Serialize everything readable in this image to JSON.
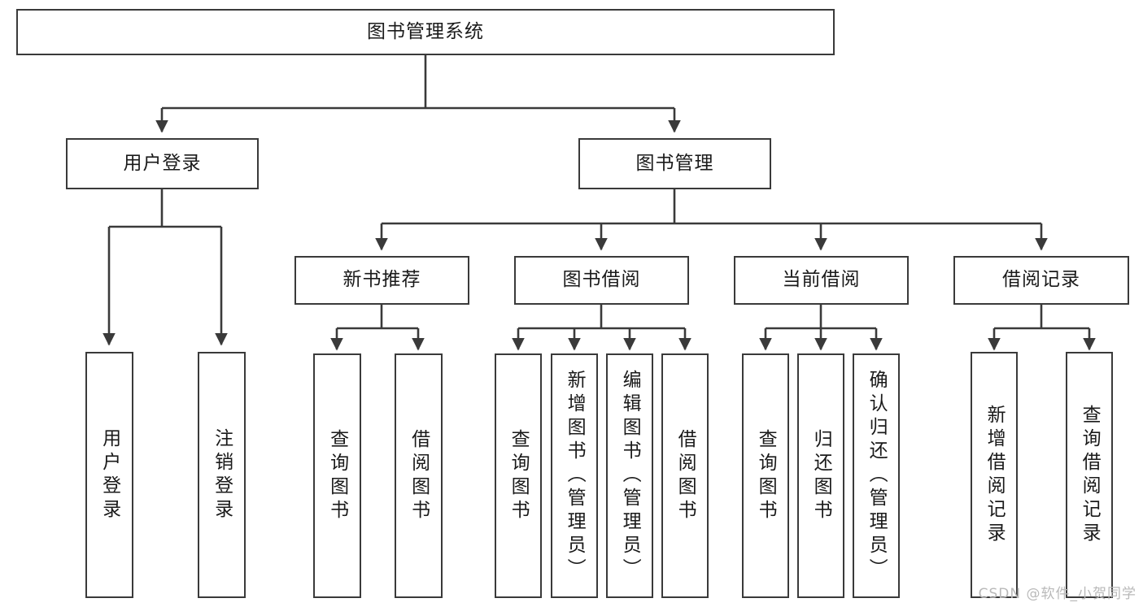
{
  "diagram": {
    "title": "图书管理系统",
    "type": "tree-structure-chart",
    "line_color": "#3a3a3a",
    "box_fill": "#ffffff",
    "text_color": "#1a1a1a"
  },
  "watermark": {
    "text": "CSDN @软件_小贺同学",
    "color": "#b9b9b9"
  },
  "nodes": {
    "root": {
      "label": "图书管理系统"
    },
    "level2": [
      {
        "id": "user-login",
        "label": "用户登录"
      },
      {
        "id": "book-manage",
        "label": "图书管理"
      }
    ],
    "level3": [
      {
        "id": "new-book-recommend",
        "label": "新书推荐"
      },
      {
        "id": "book-borrow",
        "label": "图书借阅"
      },
      {
        "id": "current-borrow",
        "label": "当前借阅"
      },
      {
        "id": "borrow-record",
        "label": "借阅记录"
      }
    ],
    "leaves": {
      "user_login": [
        {
          "id": "leaf-user-login",
          "label": "用户登录"
        },
        {
          "id": "leaf-logout-login",
          "label": "注销登录"
        }
      ],
      "new_book_recommend": [
        {
          "id": "leaf-query-book-1",
          "label": "查询图书"
        },
        {
          "id": "leaf-borrow-book-1",
          "label": "借阅图书"
        }
      ],
      "book_borrow": [
        {
          "id": "leaf-query-book-2",
          "label": "查询图书"
        },
        {
          "id": "leaf-add-book",
          "label": "新增图书（管理员）"
        },
        {
          "id": "leaf-edit-book",
          "label": "编辑图书（管理员）"
        },
        {
          "id": "leaf-borrow-book-2",
          "label": "借阅图书"
        }
      ],
      "current_borrow": [
        {
          "id": "leaf-query-book-3",
          "label": "查询图书"
        },
        {
          "id": "leaf-return-book",
          "label": "归还图书"
        },
        {
          "id": "leaf-confirm-return",
          "label": "确认归还（管理员）"
        }
      ],
      "borrow_record": [
        {
          "id": "leaf-add-record",
          "label": "新增借阅记录"
        },
        {
          "id": "leaf-query-record",
          "label": "查询借阅记录"
        }
      ]
    }
  }
}
